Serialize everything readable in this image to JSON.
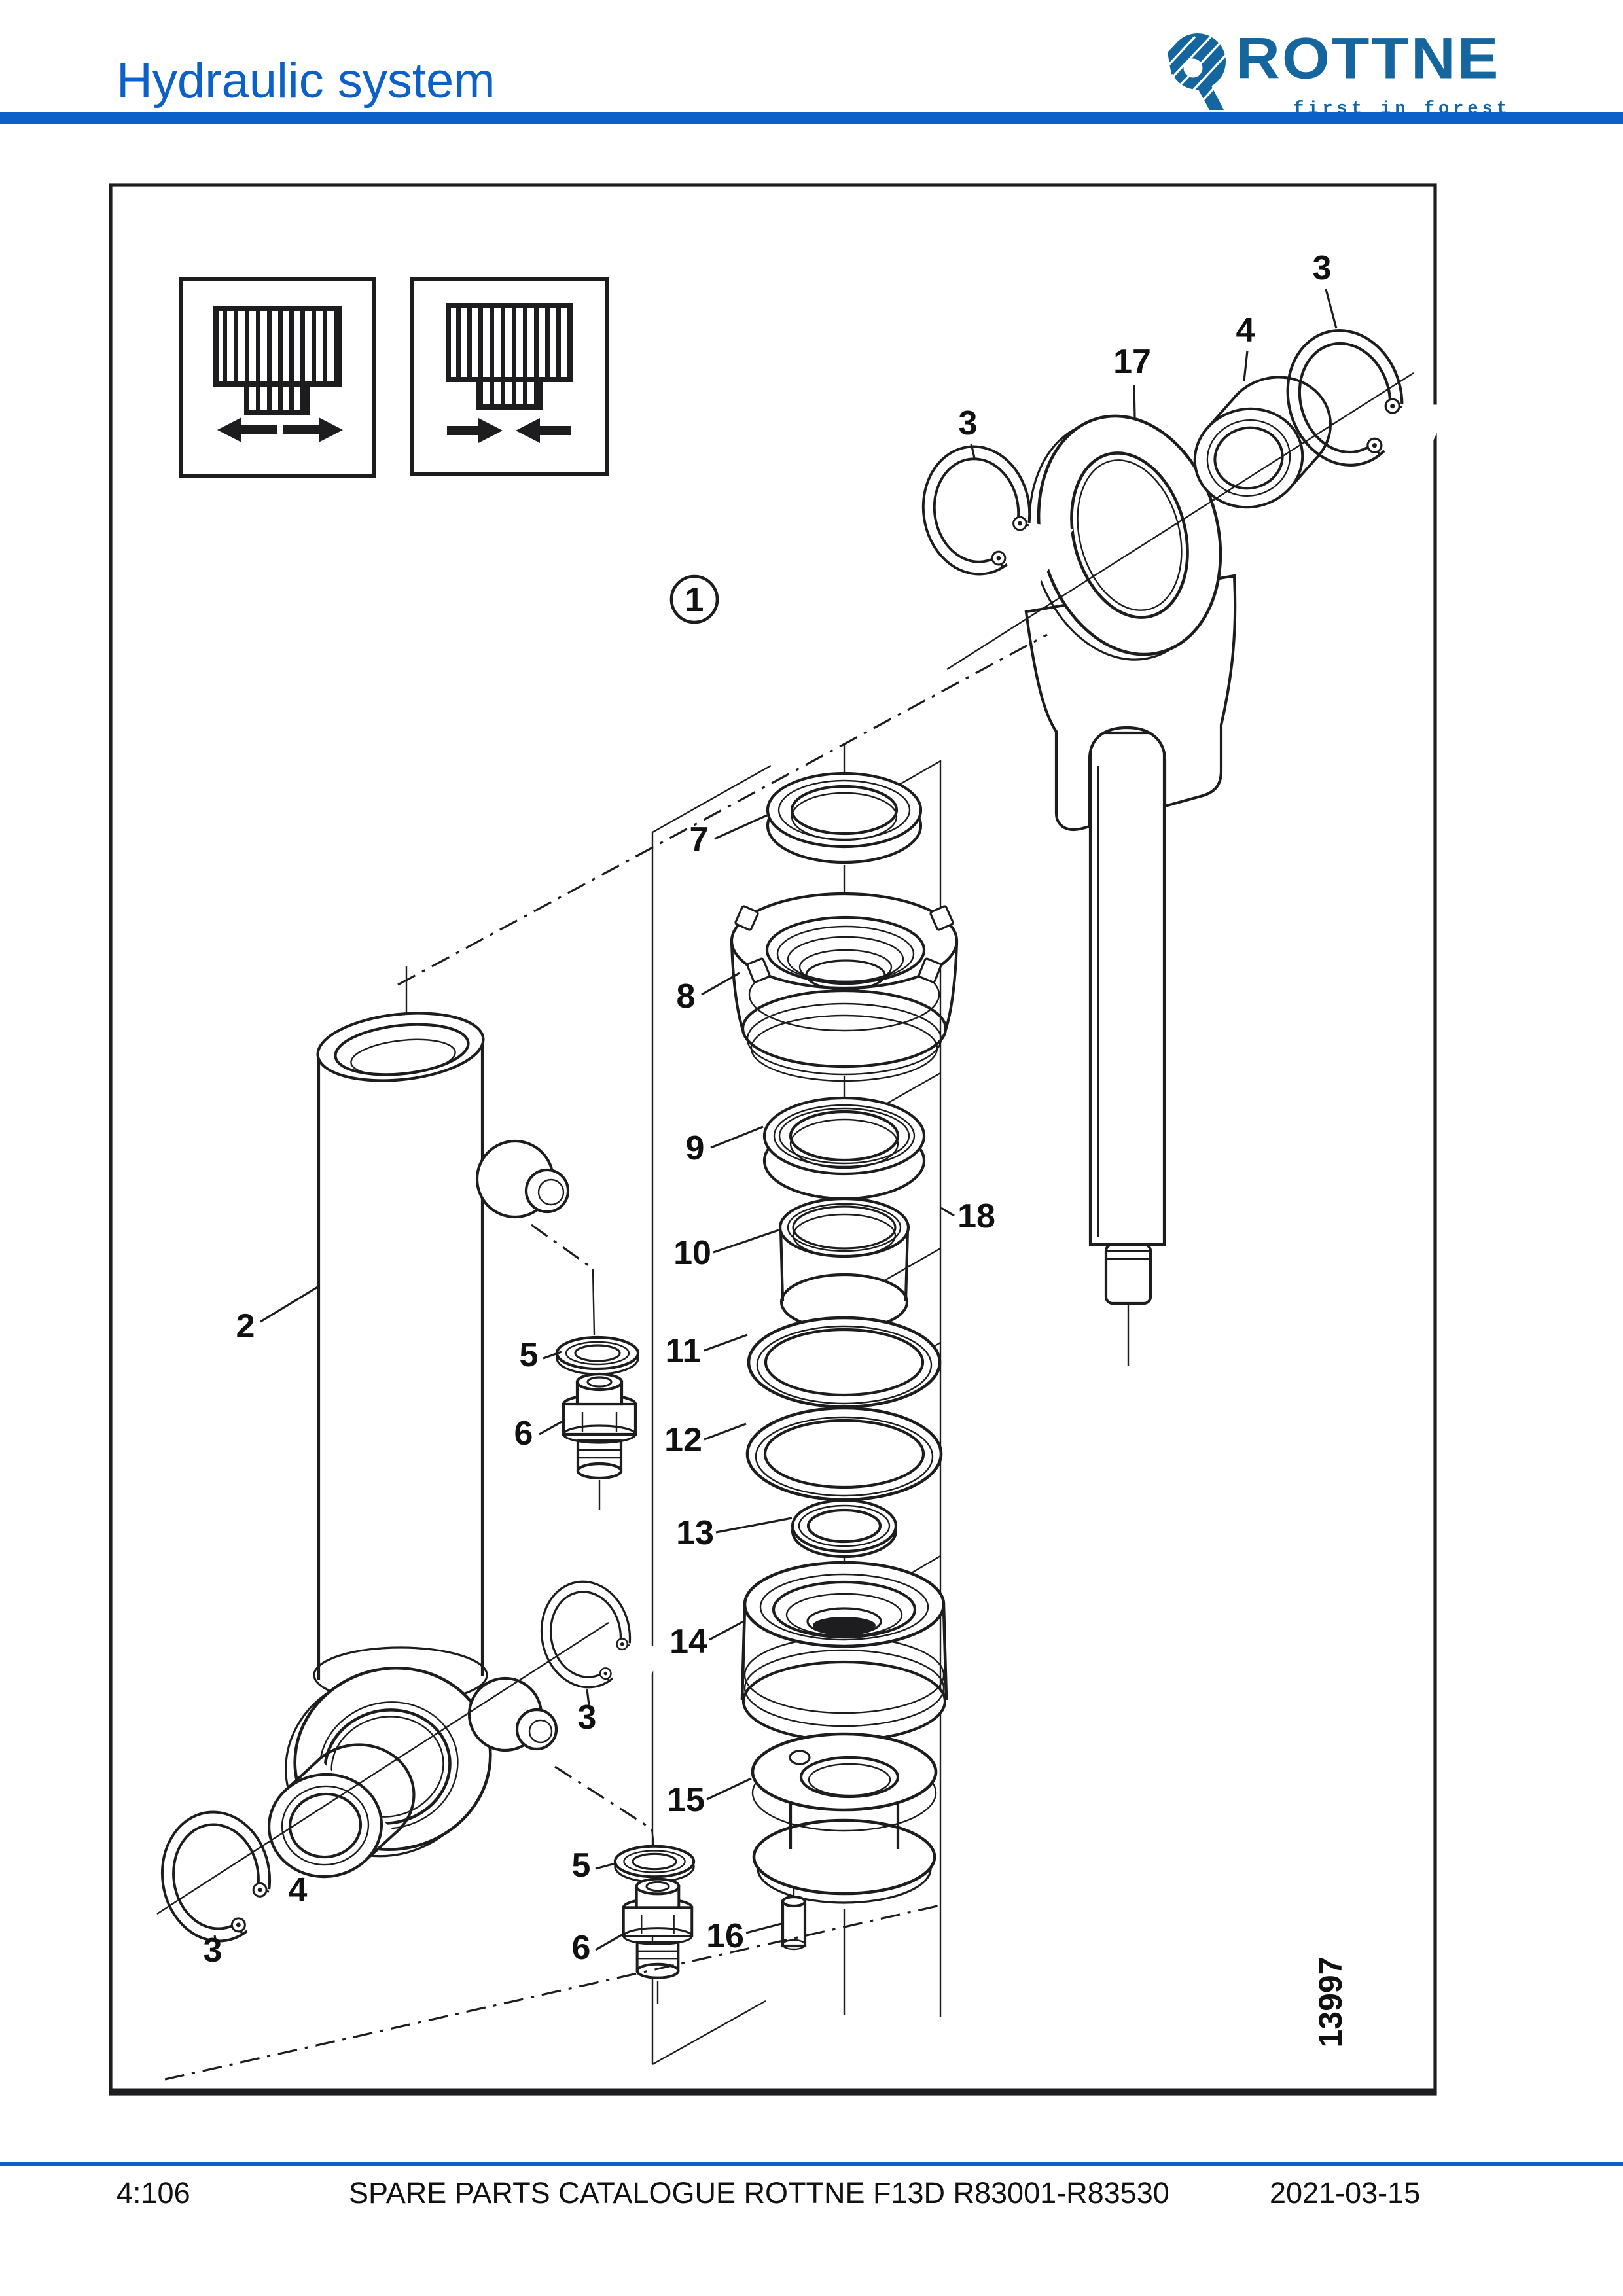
{
  "header": {
    "title": "Hydraulic system",
    "logo": {
      "brand": "ROTTNE",
      "tagline": "first in forest"
    }
  },
  "colors": {
    "accent_blue": "#0b61c8",
    "logo_blue": "#15659e",
    "line_color": "#1d1d1f"
  },
  "figure": {
    "drawing_number": "13997",
    "icons": [
      {
        "name": "seal-direction-outward-icon"
      },
      {
        "name": "seal-direction-inward-icon"
      }
    ],
    "callouts": {
      "balloon_1": "1",
      "part_2": "2",
      "part_3_top_right": "3",
      "part_3_upper_left": "3",
      "part_3_lower_right": "3",
      "part_3_lower_left": "3",
      "part_4_top": "4",
      "part_4_lower": "4",
      "part_5_upper": "5",
      "part_5_lower": "5",
      "part_6_upper": "6",
      "part_6_lower": "6",
      "part_7": "7",
      "part_8": "8",
      "part_9": "9",
      "part_10": "10",
      "part_11": "11",
      "part_12": "12",
      "part_13": "13",
      "part_14": "14",
      "part_15": "15",
      "part_16": "16",
      "part_17": "17",
      "part_18": "18"
    }
  },
  "footer": {
    "page_number": "4:106",
    "catalogue_title": "SPARE PARTS CATALOGUE ROTTNE F13D R83001-R83530",
    "date": "2021-03-15"
  }
}
